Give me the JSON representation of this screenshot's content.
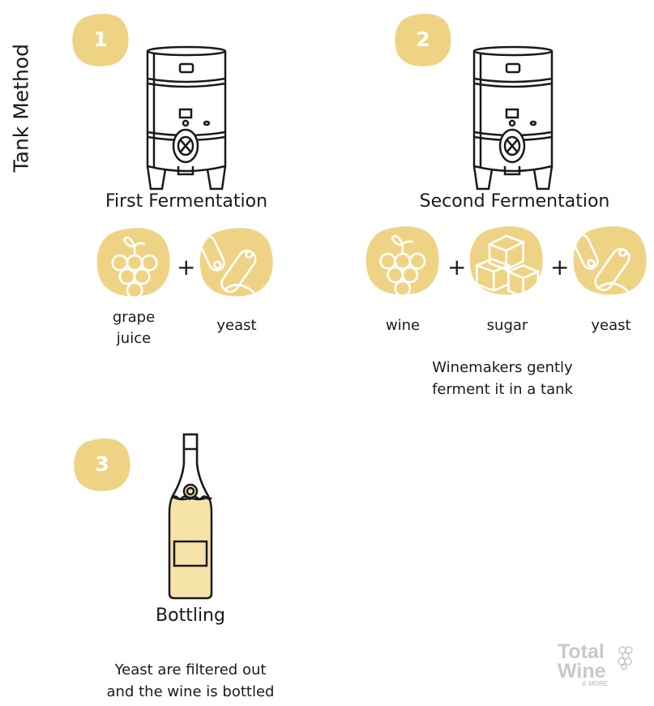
{
  "side_title": "Tank Method",
  "colors": {
    "accent": "#EFD385",
    "line": "#1a1a1a",
    "bottle_fill": "#F6E3A8",
    "logo": "#c9c9c9"
  },
  "steps": [
    {
      "number": "1",
      "title": "First Fermentation",
      "icon": "tank-icon",
      "ingredients": [
        {
          "label": "grape juice",
          "icon": "grape-icon"
        },
        {
          "label": "yeast",
          "icon": "yeast-icon"
        }
      ],
      "operators": [
        "+"
      ]
    },
    {
      "number": "2",
      "title": "Second Fermentation",
      "icon": "tank-icon",
      "ingredients": [
        {
          "label": "wine",
          "icon": "grape-icon"
        },
        {
          "label": "sugar",
          "icon": "sugar-cubes-icon"
        },
        {
          "label": "yeast",
          "icon": "yeast-icon"
        }
      ],
      "operators": [
        "+",
        "+"
      ],
      "note": "Winemakers gently ferment it in a tank"
    },
    {
      "number": "3",
      "title": "Bottling",
      "icon": "bottle-icon",
      "note": "Yeast are filtered out and the wine is bottled"
    }
  ],
  "labels": {
    "grape_line1": "grape",
    "grape_line2": "juice",
    "note2_line1": "Winemakers gently",
    "note2_line2": "ferment it in a tank",
    "note3_line1": "Yeast are filtered out",
    "note3_line2": "and the wine is bottled"
  },
  "logo": {
    "line1": "Total",
    "line2": "Wine",
    "line3": "& MORE"
  }
}
